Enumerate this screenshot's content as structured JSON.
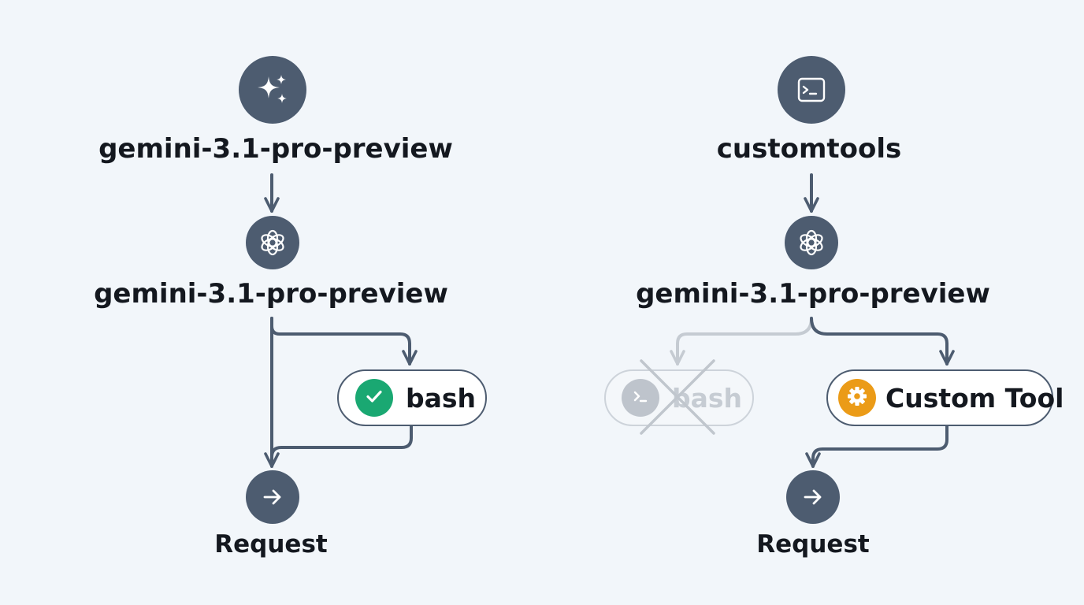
{
  "colors": {
    "node_fill": "#4d5c70",
    "wire": "#4d5c70",
    "wire_inactive": "#c5cbd2",
    "success_badge": "#1aa872",
    "warning_badge": "#eb9b17",
    "text": "#14181f"
  },
  "left_flow": {
    "source_icon": "sparkle-icon",
    "source_label": "gemini-3.1-pro-preview",
    "model_icon": "openai-logo-icon",
    "model_label": "gemini-3.1-pro-preview",
    "tool": {
      "icon": "check-icon",
      "label": "bash",
      "status": "enabled"
    },
    "target_icon": "arrow-right-icon",
    "target_label": "Request"
  },
  "right_flow": {
    "source_icon": "terminal-icon",
    "source_label": "customtools",
    "model_icon": "openai-logo-icon",
    "model_label": "gemini-3.1-pro-preview",
    "disabled_tool": {
      "icon": "terminal-icon",
      "label": "bash",
      "status": "disabled",
      "marker": "cross-out-icon"
    },
    "tool": {
      "icon": "gear-icon",
      "label": "Custom Tool",
      "status": "enabled"
    },
    "target_icon": "arrow-right-icon",
    "target_label": "Request"
  }
}
